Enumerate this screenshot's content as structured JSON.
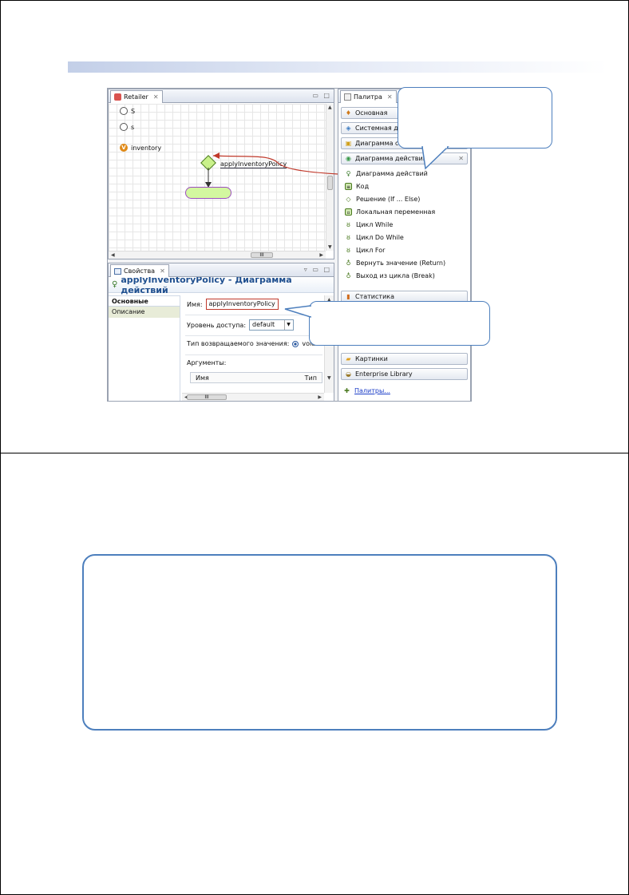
{
  "retailer_tab": {
    "title": "Retailer"
  },
  "canvas": {
    "elements": [
      {
        "name": "S"
      },
      {
        "name": "s"
      },
      {
        "name": "inventory",
        "icon_letter": "V"
      }
    ],
    "function_name": "applyInventoryPolicy",
    "scroll_thumb": "III"
  },
  "properties": {
    "tab_title": "Свойства",
    "header_title": "applyInventoryPolicy - Диаграмма действий",
    "side_tabs": [
      "Основные",
      "Описание"
    ],
    "name_label": "Имя:",
    "name_value": "applyInventoryPolicy",
    "access_label": "Уровень доступа:",
    "access_value": "default",
    "return_label": "Тип возвращаемого значения:",
    "return_value": "void",
    "args_label": "Аргументы:",
    "col_name": "Имя",
    "col_type": "Тип",
    "scroll_thumb": "III"
  },
  "palette": {
    "tab_title": "Палитра",
    "groups_top": [
      "Основная",
      "Системная ди",
      "Диаграмма со",
      "Диаграмма действий"
    ],
    "items": [
      {
        "label": "Диаграмма действий",
        "icon": "bulb-icon"
      },
      {
        "label": "Код",
        "icon": "code-icon"
      },
      {
        "label": "Решение (If ... Else)",
        "icon": "decision-icon"
      },
      {
        "label": "Локальная переменная",
        "icon": "local-var-icon"
      },
      {
        "label": "Цикл While",
        "icon": "while-icon"
      },
      {
        "label": "Цикл Do While",
        "icon": "do-while-icon"
      },
      {
        "label": "Цикл For",
        "icon": "for-icon"
      },
      {
        "label": "Вернуть значение (Return)",
        "icon": "return-icon"
      },
      {
        "label": "Выход из цикла (Break)",
        "icon": "break-icon"
      }
    ],
    "groups_bottom": [
      "Статистика",
      "Картинки",
      "Enterprise Library"
    ],
    "link": "Палитры..."
  },
  "colors": {
    "accent": "#4d7fbd",
    "highlight": "#c0392b",
    "terminal_fill": "#d3f7a0"
  }
}
